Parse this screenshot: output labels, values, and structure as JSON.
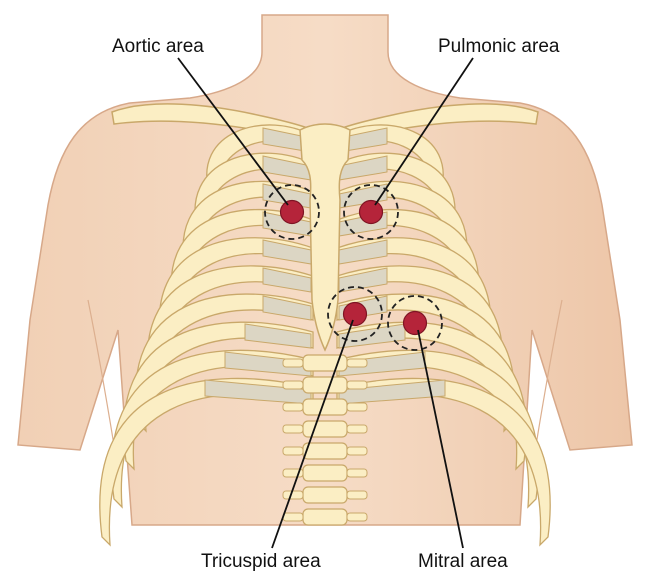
{
  "labels": {
    "aortic": "Aortic area",
    "pulmonic": "Pulmonic area",
    "tricuspid": "Tricuspid area",
    "mitral": "Mitral area"
  },
  "colors": {
    "skin": "#f2d2b8",
    "skin_outline": "#d7a889",
    "bone": "#fbeec4",
    "bone_outline": "#c9a86a",
    "cartilage": "#dcd6c4",
    "marker": "#b5243a",
    "dashed_ring": "#222222",
    "leader_line": "#111111"
  }
}
